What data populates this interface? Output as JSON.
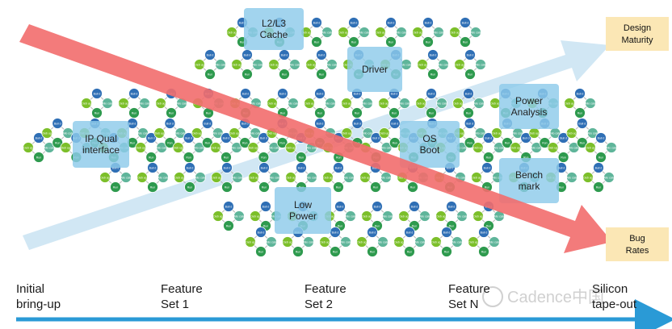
{
  "node_labels": {
    "build": "Buil d",
    "debug": "Deb ug",
    "allocate": "Allo cate",
    "run": "Run"
  },
  "feature_boxes": [
    {
      "id": "ip-qual",
      "label": "IP Qual interface"
    },
    {
      "id": "l2l3-cache",
      "label": "L2/L3 Cache"
    },
    {
      "id": "driver",
      "label": "Driver"
    },
    {
      "id": "low-power",
      "label": "Low Power"
    },
    {
      "id": "os-boot",
      "label": "OS Boot"
    },
    {
      "id": "power-analysis",
      "label": "Power Analysis"
    },
    {
      "id": "benchmark",
      "label": "Bench mark"
    }
  ],
  "trends": {
    "design_maturity": "Design Maturity",
    "bug_rates": "Bug Rates"
  },
  "milestones": [
    {
      "label": "Initial\nbring-up"
    },
    {
      "label": "Feature\nSet 1"
    },
    {
      "label": "Feature\nSet 2"
    },
    {
      "label": "Feature\nSet N"
    },
    {
      "label": "Silicon\ntape-out"
    }
  ],
  "watermark": {
    "text": "Cadence中国"
  },
  "colors": {
    "build": "#2f6fb5",
    "debug": "#7cbf2a",
    "allocate": "#5fb59a",
    "run": "#2e9a4e",
    "box": "#8ecbea",
    "maturity_arrow": "#c9e3f2",
    "bug_arrow": "#f26d6d",
    "label_box": "#fbe7b5",
    "timeline": "#2a9ad6"
  }
}
